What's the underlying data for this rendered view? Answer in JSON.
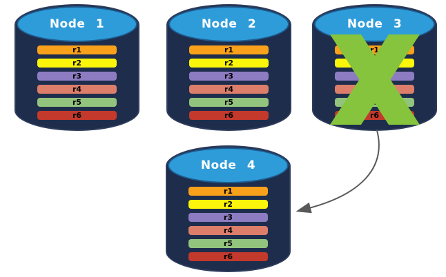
{
  "diagram": {
    "type": "cluster-replication-failover-diagram",
    "background_color": "#FFFFFF",
    "nodes": [
      {
        "label": "Node 1",
        "failed": false,
        "replicas": [
          {
            "label": "r1",
            "color": "#F9A11B"
          },
          {
            "label": "r2",
            "color": "#FAF50A"
          },
          {
            "label": "r3",
            "color": "#8E7CC3"
          },
          {
            "label": "r4",
            "color": "#DD7E6B"
          },
          {
            "label": "r5",
            "color": "#93C47D"
          },
          {
            "label": "r6",
            "color": "#C3392B"
          }
        ]
      },
      {
        "label": "Node 2",
        "failed": false,
        "replicas": [
          {
            "label": "r1",
            "color": "#F9A11B"
          },
          {
            "label": "r2",
            "color": "#FAF50A"
          },
          {
            "label": "r3",
            "color": "#8E7CC3"
          },
          {
            "label": "r4",
            "color": "#DD7E6B"
          },
          {
            "label": "r5",
            "color": "#93C47D"
          },
          {
            "label": "r6",
            "color": "#C3392B"
          }
        ]
      },
      {
        "label": "Node 3",
        "failed": true,
        "replicas": [
          {
            "label": "r1",
            "color": "#F9A11B"
          },
          {
            "label": "r2",
            "color": "#FAF50A"
          },
          {
            "label": "r3",
            "color": "#8E7CC3"
          },
          {
            "label": "r4",
            "color": "#DD7E6B"
          },
          {
            "label": "r5",
            "color": "#93C47D"
          },
          {
            "label": "r6",
            "color": "#C3392B"
          }
        ]
      },
      {
        "label": "Node 4",
        "failed": false,
        "replicas": [
          {
            "label": "r1",
            "color": "#F9A11B"
          },
          {
            "label": "r2",
            "color": "#FAF50A"
          },
          {
            "label": "r3",
            "color": "#8E7CC3"
          },
          {
            "label": "r4",
            "color": "#DD7E6B"
          },
          {
            "label": "r5",
            "color": "#93C47D"
          },
          {
            "label": "r6",
            "color": "#C3392B"
          }
        ]
      }
    ],
    "failure_mark": {
      "on_node": "Node 3",
      "symbol": "X",
      "color": "#85C43C"
    },
    "arrow": {
      "from": "Node 3",
      "to": "Node 4",
      "color": "#595959"
    },
    "colors": {
      "cylinder_body": "#1E2D4B",
      "cylinder_outline": "#2E3D5C",
      "cylinder_top_fill": "#2E9CD9",
      "cylinder_top_border": "#1D5C8F",
      "node_label": "#FFFFFF",
      "replica_label": "#000000"
    }
  }
}
